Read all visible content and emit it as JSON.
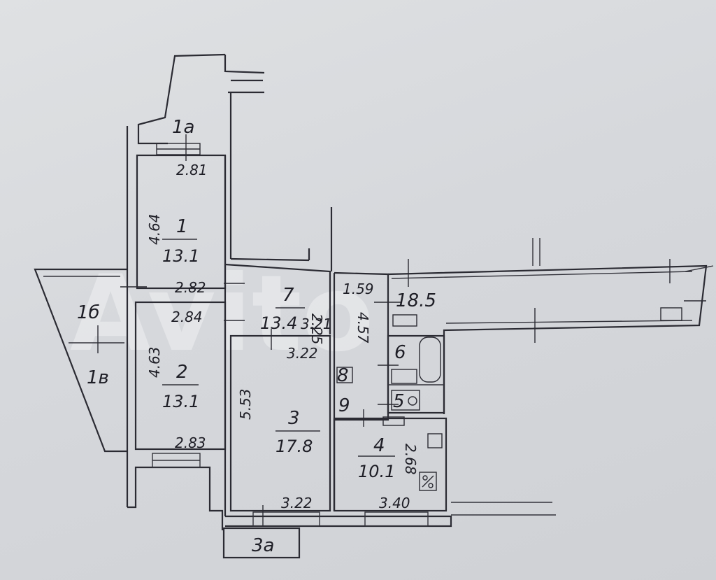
{
  "rooms": [
    {
      "id": "1a",
      "number": "1а",
      "area": ""
    },
    {
      "id": "1",
      "number": "1",
      "area": "13.1"
    },
    {
      "id": "1b",
      "number": "1б",
      "area": ""
    },
    {
      "id": "1v",
      "number": "1в",
      "area": ""
    },
    {
      "id": "2",
      "number": "2",
      "area": "13.1"
    },
    {
      "id": "3",
      "number": "3",
      "area": "17.8"
    },
    {
      "id": "3a",
      "number": "3а",
      "area": ""
    },
    {
      "id": "4",
      "number": "4",
      "area": "10.1"
    },
    {
      "id": "5",
      "number": "5",
      "area": ""
    },
    {
      "id": "6",
      "number": "6",
      "area": ""
    },
    {
      "id": "7",
      "number": "7",
      "area": "13.4"
    },
    {
      "id": "8",
      "number": "8",
      "area": ""
    },
    {
      "id": "9",
      "number": "9",
      "area": ""
    },
    {
      "id": "18",
      "number": "18.5",
      "area": ""
    }
  ],
  "dimensions": {
    "r1_width": "2.81",
    "r1_length": "4.64",
    "r1_bottom": "2.82",
    "r2_top": "2.84",
    "r2_length": "4.63",
    "r2_bottom": "2.83",
    "r7_a": "2.25",
    "r7_b": "3.21",
    "r3_top": "3.22",
    "r3_length": "5.53",
    "r3_bottom": "3.22",
    "corridor_width": "1.59",
    "corridor_length": "4.57",
    "r4_bottom": "3.40",
    "r4_length": "2.68"
  },
  "watermark": "Avito"
}
